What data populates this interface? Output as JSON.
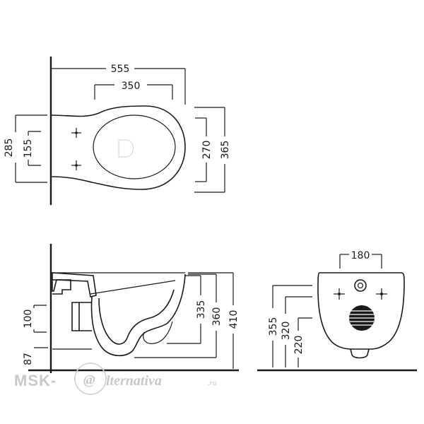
{
  "dimensions": {
    "top_total_length": "555",
    "top_seat_width": "350",
    "top_left_height": "285",
    "top_left_holes": "155",
    "top_right_inner": "270",
    "top_right_outer": "365",
    "side_100": "100",
    "side_87": "87",
    "side_335": "335",
    "side_360": "360",
    "side_410": "410",
    "front_180": "180",
    "front_355": "355",
    "front_320": "320",
    "front_220": "220"
  },
  "watermark": {
    "brand": "MSK-",
    "at": "@",
    "rest": "lternativa",
    "tld": ".ru"
  }
}
